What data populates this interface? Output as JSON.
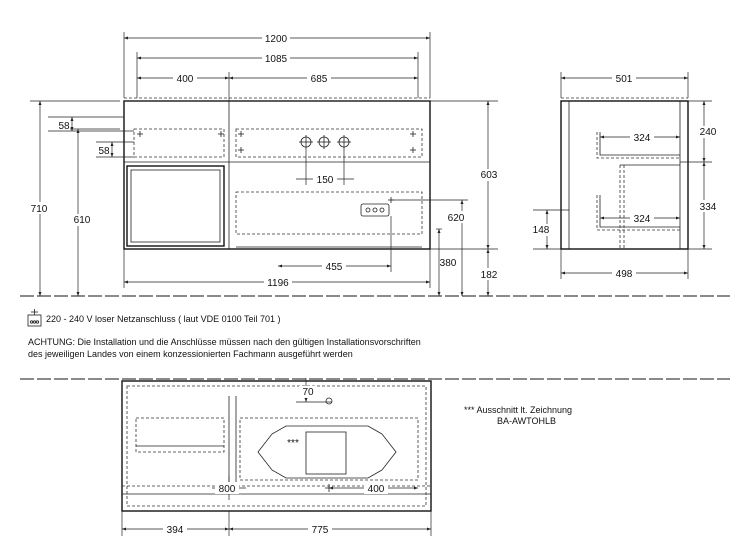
{
  "dimensions_front": {
    "width_total": "1200",
    "width_inner": "1085",
    "width_left": "400",
    "width_right": "685",
    "width_bottom": "1196",
    "left_58a": "58",
    "left_58b": "58",
    "height_710": "710",
    "height_610": "610",
    "pipe_150": "150",
    "dist_455": "455",
    "height_603": "603",
    "height_620": "620",
    "height_380": "380",
    "height_182": "182"
  },
  "dimensions_side": {
    "depth_top": "501",
    "depth_bottom": "498",
    "drawer_upper": "324",
    "drawer_lower": "324",
    "height_240": "240",
    "height_334": "334",
    "height_148": "148"
  },
  "dimensions_top": {
    "dist_70": "70",
    "dist_800": "800",
    "dist_400": "400",
    "dist_394": "394",
    "dist_775": "775",
    "cutout_marker": "***"
  },
  "notes": {
    "power": "220 - 240 V loser Netzanschluss ( laut VDE 0100 Teil 701 )",
    "warning_line1": "ACHTUNG: Die Installation und die Anschlüsse müssen nach den gültigen Installationsvorschriften",
    "warning_line2": "des jeweiligen Landes von einem konzessionierten Fachmann ausgeführt werden",
    "cutout_line1": "*** Ausschnitt lt. Zeichnung",
    "cutout_line2": "BA-AWTOHLB"
  },
  "icons": {
    "power": "power-connection-icon"
  }
}
